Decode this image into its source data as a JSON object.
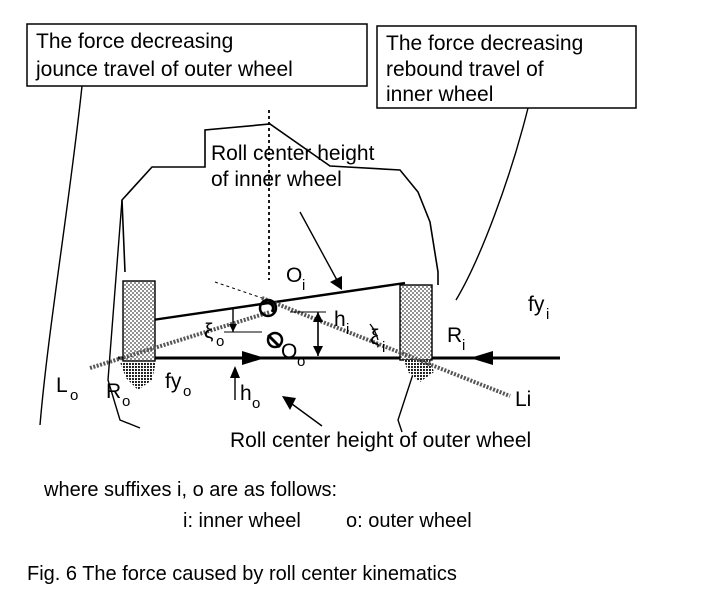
{
  "callouts": {
    "outer_force_line1": "The force decreasing",
    "outer_force_line2": "jounce travel of outer wheel",
    "inner_force_line1": "The force decreasing",
    "inner_force_line2": "rebound travel of",
    "inner_force_line3": "inner  wheel",
    "rc_inner_line1": "Roll center height",
    "rc_inner_line2": "of inner wheel",
    "rc_outer": "Roll center height of outer wheel"
  },
  "symbols": {
    "O_i": "O",
    "O_i_sub": "i",
    "O_o": "O",
    "O_o_sub": "o",
    "h_i": "h",
    "h_i_sub": "i",
    "h_o": "h",
    "h_o_sub": "o",
    "xi_o": "ξ",
    "xi_o_sub": "o",
    "xi_i": "ξ",
    "xi_i_sub": "i",
    "L_o": "L",
    "L_o_sub": "o",
    "R_o": "R",
    "R_o_sub": "o",
    "fy_o": "fy",
    "fy_o_sub": "o",
    "R_i": "R",
    "R_i_sub": "i",
    "fy_i": "fy",
    "fy_i_sub": "i",
    "L_i": "Li"
  },
  "notes": {
    "line1": "where suffixes i, o are as follows:",
    "line2_i": "i: inner wheel",
    "line2_o": "o: outer wheel"
  },
  "caption": "Fig. 6  The force caused by roll center kinematics"
}
